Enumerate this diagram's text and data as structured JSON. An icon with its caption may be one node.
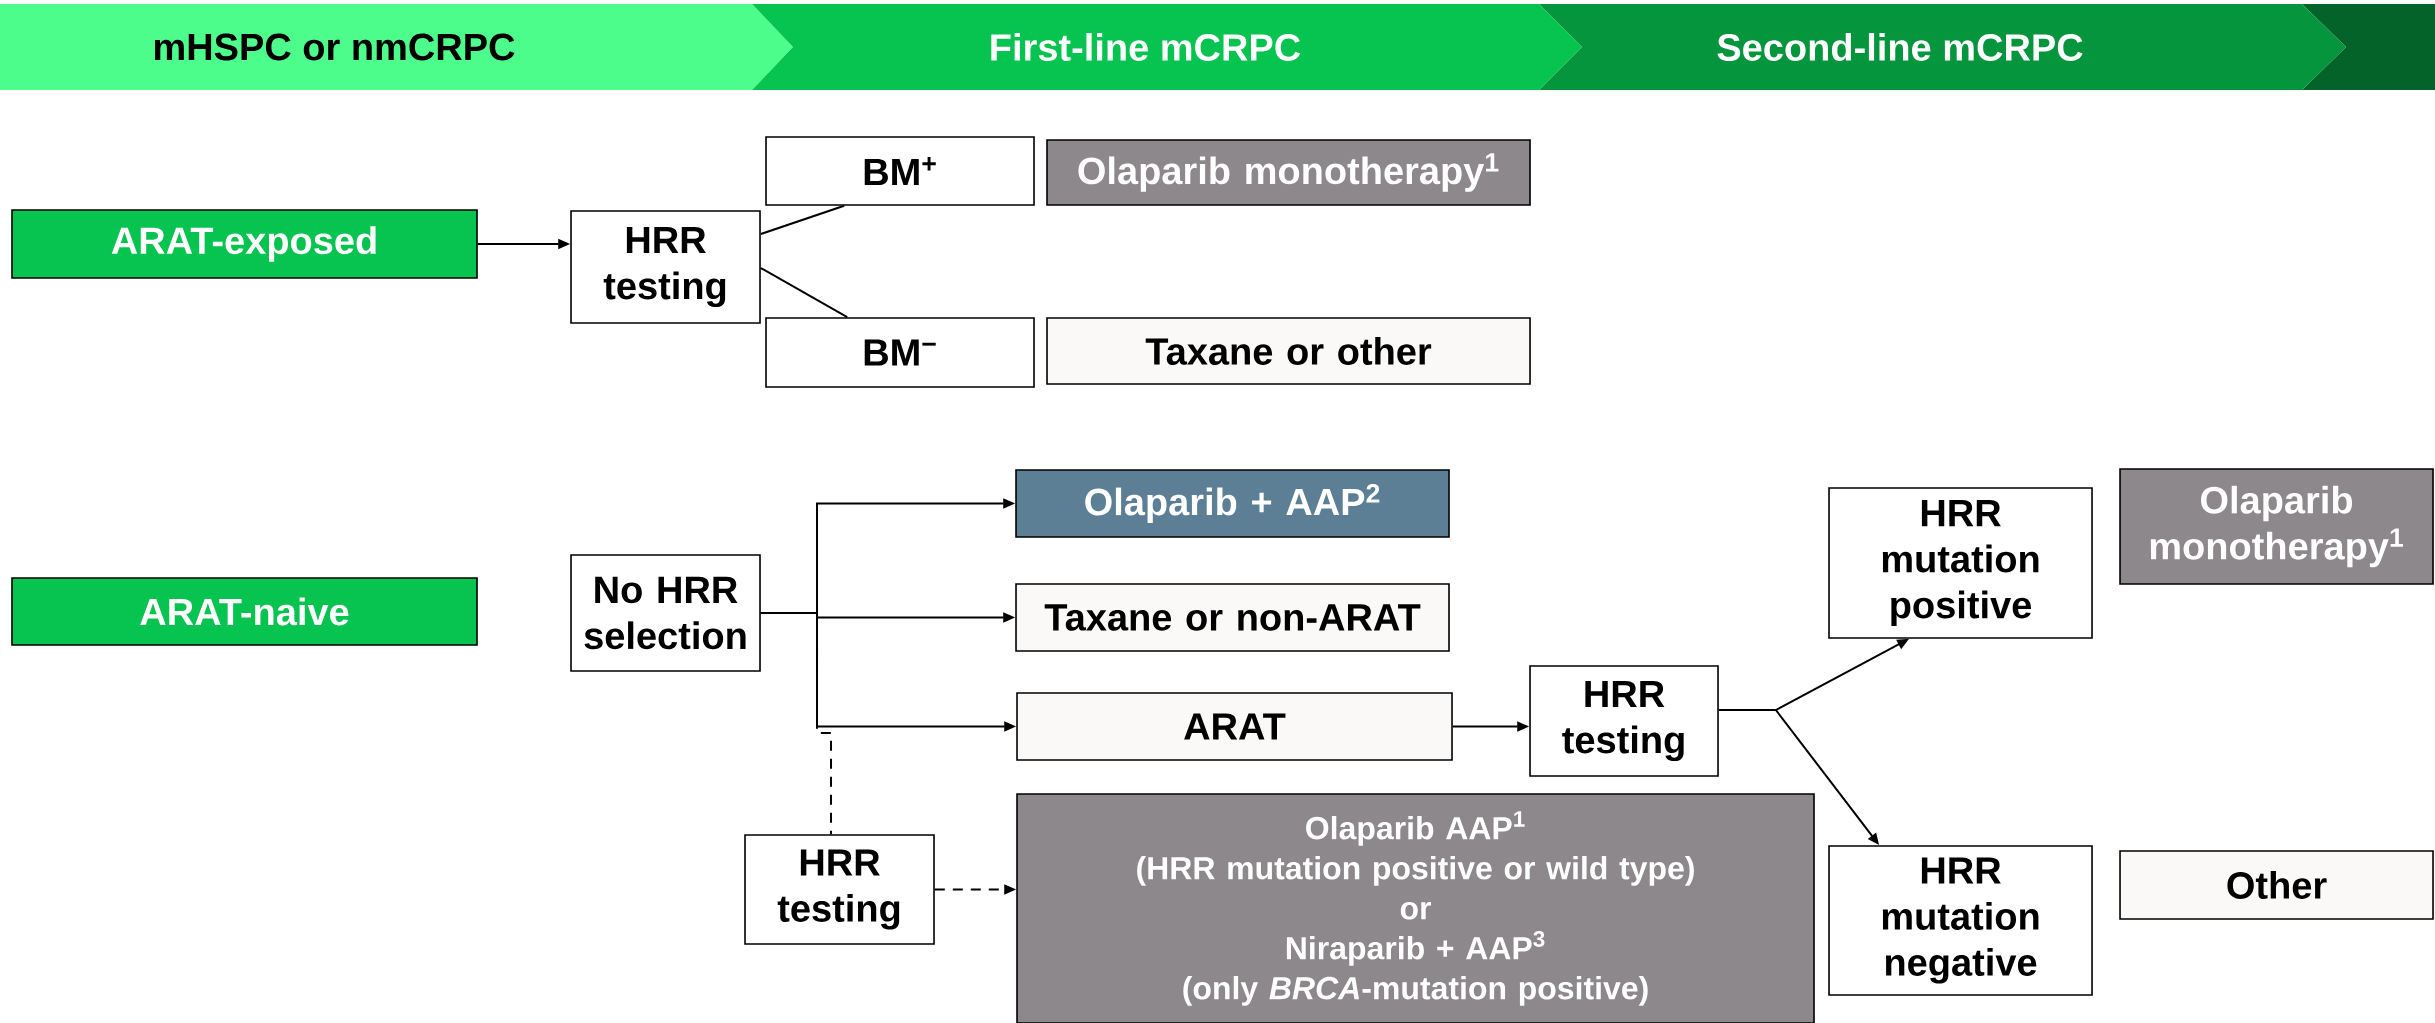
{
  "diagram": {
    "nodes": [
      {
        "text": [
          "mHSPC or nmCRPC"
        ]
      },
      {
        "text": [
          "First-line mCRPC"
        ]
      },
      {
        "text": [
          "Second-line mCRPC"
        ]
      },
      {
        "text": [
          "ARAT-exposed"
        ]
      },
      {
        "text": [
          "HRR testing"
        ]
      },
      {
        "text": [
          "BM$^{+}$"
        ]
      },
      {
        "text": [
          "Olaparib monotherapy$^{1}$"
        ]
      },
      {
        "text": [
          "BM$^{−}$"
        ]
      },
      {
        "text": [
          "Taxane or other"
        ]
      },
      {
        "text": [
          "ARAT-naive"
        ]
      },
      {
        "text": [
          "No HRR selection"
        ]
      },
      {
        "text": [
          "Olaparib + AAP$^{2}$"
        ]
      },
      {
        "text": [
          "Taxane or non-ARAT"
        ]
      },
      {
        "text": [
          "ARAT"
        ]
      },
      {
        "text": [
          "HRR testing"
        ]
      },
      {
        "text": [
          "Olaparib AAP$^{1}$",
          "(HRR mutation positive or wild type)",
          "or",
          "Niraparib + AAP$^{3}$",
          "(only *BRCA*-mutation positive)"
        ]
      },
      {
        "text": [
          "HRR testing"
        ]
      },
      {
        "text": [
          "HRR mutation positive"
        ]
      },
      {
        "text": [
          "HRR mutation negative"
        ]
      },
      {
        "text": [
          "Olaparib monotherapy$^{1}$"
        ]
      },
      {
        "text": [
          "Other"
        ]
      }
    ],
    "edges": [
      {
        "from": 3,
        "to": 4,
        "arrow": "to"
      },
      {
        "from": 4,
        "to": 5,
        "arrow": "none"
      },
      {
        "from": 4,
        "to": 7,
        "arrow": "none"
      },
      {
        "from": 10,
        "to": 11,
        "arrow": "to"
      },
      {
        "from": 10,
        "to": 12,
        "arrow": "to"
      },
      {
        "from": 10,
        "to": 13,
        "arrow": "to"
      },
      {
        "from": 10,
        "to": 14,
        "arrow": "none",
        "style": "dashed"
      },
      {
        "from": 14,
        "to": 15,
        "arrow": "to",
        "style": "dashed"
      },
      {
        "from": 13,
        "to": 16,
        "arrow": "to"
      },
      {
        "from": 16,
        "to": 17,
        "arrow": "to"
      },
      {
        "from": 16,
        "to": 18,
        "arrow": "to"
      }
    ]
  }
}
